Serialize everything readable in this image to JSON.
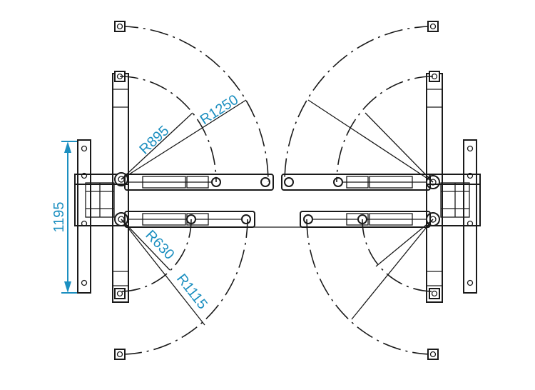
{
  "diagram": {
    "dimensions": {
      "width_label": "1195",
      "r_arm_long_upper": "R1250",
      "r_arm_short_upper": "R895",
      "r_arm_short_lower": "R630",
      "r_arm_long_lower": "R1115"
    },
    "colors": {
      "line": "#1a1a1a",
      "dimension": "#1c8fc0",
      "background": "#ffffff"
    }
  }
}
